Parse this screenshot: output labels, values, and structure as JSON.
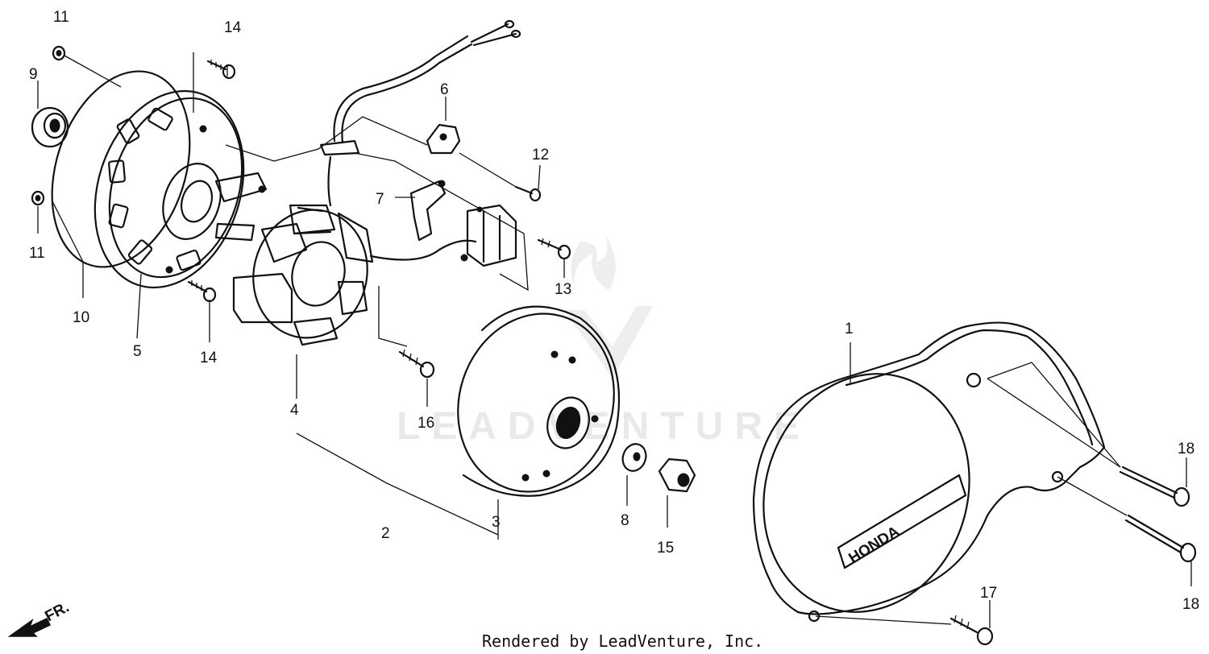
{
  "watermark": "LEADVENTURE",
  "footer": "Rendered by LeadVenture, Inc.",
  "direction_label": "FR.",
  "cover_brand": "HONDA",
  "callouts": [
    {
      "id": "c1",
      "text": "1"
    },
    {
      "id": "c2",
      "text": "2"
    },
    {
      "id": "c3",
      "text": "3"
    },
    {
      "id": "c4",
      "text": "4"
    },
    {
      "id": "c5",
      "text": "5"
    },
    {
      "id": "c6",
      "text": "6"
    },
    {
      "id": "c7",
      "text": "7"
    },
    {
      "id": "c8",
      "text": "8"
    },
    {
      "id": "c9",
      "text": "9"
    },
    {
      "id": "c10",
      "text": "10"
    },
    {
      "id": "c11a",
      "text": "11"
    },
    {
      "id": "c11b",
      "text": "11"
    },
    {
      "id": "c12",
      "text": "12"
    },
    {
      "id": "c13",
      "text": "13"
    },
    {
      "id": "c14a",
      "text": "14"
    },
    {
      "id": "c14b",
      "text": "14"
    },
    {
      "id": "c15",
      "text": "15"
    },
    {
      "id": "c16",
      "text": "16"
    },
    {
      "id": "c17",
      "text": "17"
    },
    {
      "id": "c18a",
      "text": "18"
    },
    {
      "id": "c18b",
      "text": "18"
    }
  ]
}
